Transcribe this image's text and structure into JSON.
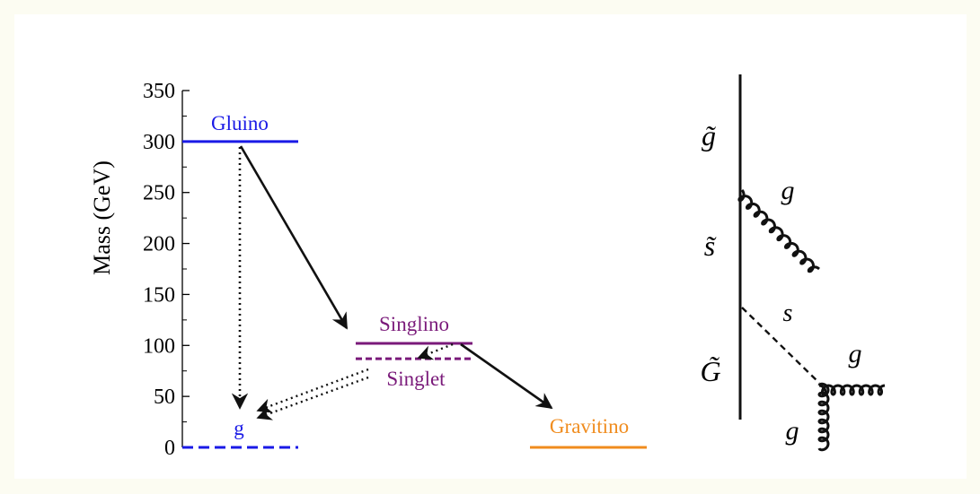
{
  "axis": {
    "ylabel": "Mass (GeV)",
    "ticks": [
      "350",
      "300",
      "250",
      "200",
      "150",
      "100",
      "50",
      "0"
    ]
  },
  "levels": {
    "gluino": {
      "label": "Gluino",
      "mass": 300,
      "color": "#1a1ae6"
    },
    "singlino": {
      "label": "Singlino",
      "mass": 102,
      "color": "#7a1a7a"
    },
    "singlet": {
      "label": "Singlet",
      "mass": 87,
      "color": "#7a1a7a"
    },
    "gluon": {
      "label": "g",
      "mass": 0,
      "color": "#1a1ae6"
    },
    "gravitino": {
      "label": "Gravitino",
      "mass": 0,
      "color": "#f08c1e"
    }
  },
  "feynman": {
    "gluino_label": "g̃",
    "sgoldstino_label": "s̃",
    "gravitino_label": "G̃",
    "gluon_top_label": "g",
    "scalar_label": "s",
    "gluon_right_label": "g",
    "gluon_bottom_label": "g"
  }
}
